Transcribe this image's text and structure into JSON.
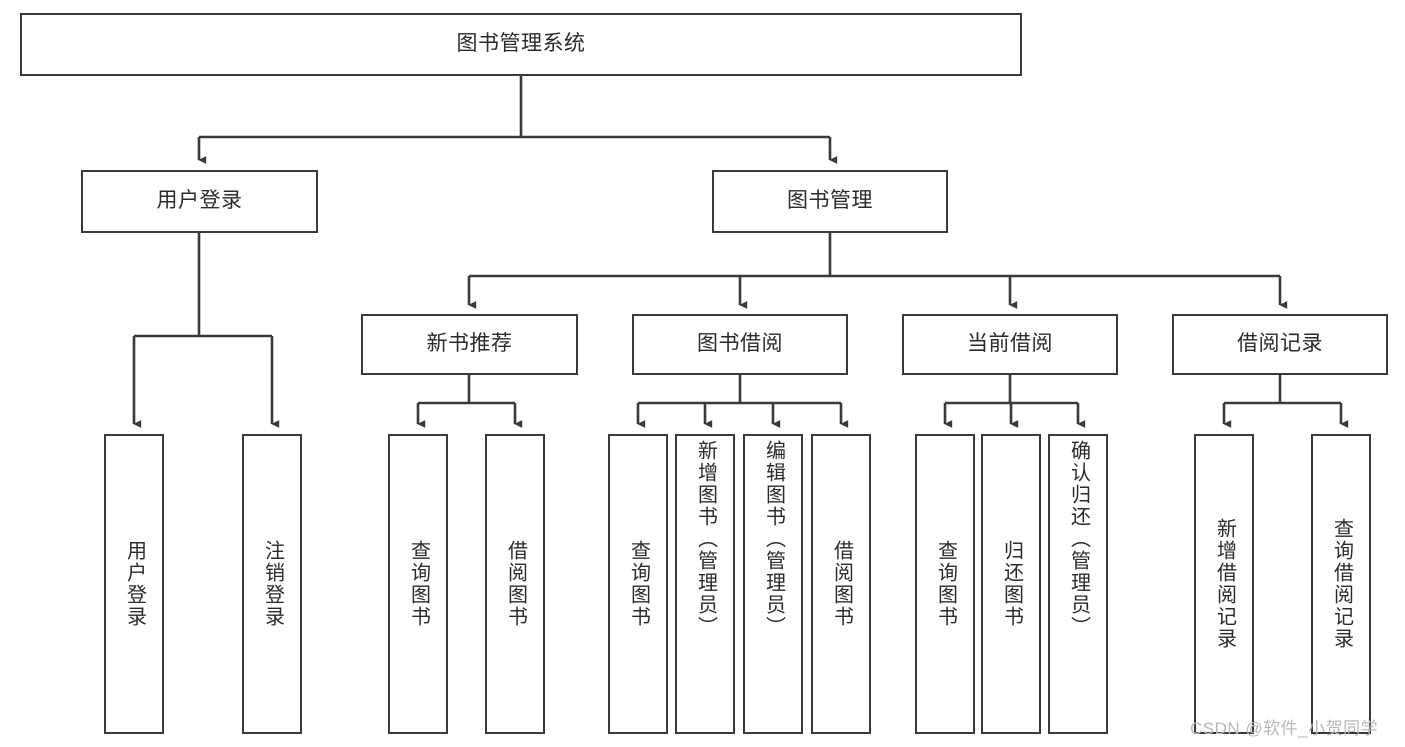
{
  "diagram": {
    "type": "tree-hierarchy",
    "title": "图书管理系统",
    "watermark": "CSDN @软件_小贺同学",
    "colors": {
      "box_border": "#3a3a3a",
      "box_fill": "#ffffff",
      "connector": "#3a3a3a",
      "text": "#2b2b2b",
      "watermark": "#b9b9b9",
      "background": "#ffffff"
    },
    "levels": [
      {
        "level": 1,
        "nodes": [
          {
            "id": "root",
            "label": "图书管理系统",
            "orientation": "horizontal"
          }
        ]
      },
      {
        "level": 2,
        "nodes": [
          {
            "id": "user-login",
            "label": "用户登录",
            "orientation": "horizontal",
            "parent": "root"
          },
          {
            "id": "book-manage",
            "label": "图书管理",
            "orientation": "horizontal",
            "parent": "root"
          }
        ]
      },
      {
        "level": 3,
        "nodes": [
          {
            "id": "new-book-rec",
            "label": "新书推荐",
            "orientation": "horizontal",
            "parent": "book-manage"
          },
          {
            "id": "book-borrow",
            "label": "图书借阅",
            "orientation": "horizontal",
            "parent": "book-manage"
          },
          {
            "id": "current-borrow",
            "label": "当前借阅",
            "orientation": "horizontal",
            "parent": "book-manage"
          },
          {
            "id": "borrow-record",
            "label": "借阅记录",
            "orientation": "horizontal",
            "parent": "book-manage"
          }
        ]
      },
      {
        "level": 4,
        "nodes": [
          {
            "id": "leaf-user-login",
            "label": "用户登录",
            "orientation": "vertical",
            "parent": "user-login"
          },
          {
            "id": "leaf-logout",
            "label": "注销登录",
            "orientation": "vertical",
            "parent": "user-login"
          },
          {
            "id": "leaf-query-book-1",
            "label": "查询图书",
            "orientation": "vertical",
            "parent": "new-book-rec"
          },
          {
            "id": "leaf-borrow-book-1",
            "label": "借阅图书",
            "orientation": "vertical",
            "parent": "new-book-rec"
          },
          {
            "id": "leaf-query-book-2",
            "label": "查询图书",
            "orientation": "vertical",
            "parent": "book-borrow"
          },
          {
            "id": "leaf-add-book",
            "label": "新增图书（管理员）",
            "orientation": "vertical",
            "parent": "book-borrow"
          },
          {
            "id": "leaf-edit-book",
            "label": "编辑图书（管理员）",
            "orientation": "vertical",
            "parent": "book-borrow"
          },
          {
            "id": "leaf-borrow-book-2",
            "label": "借阅图书",
            "orientation": "vertical",
            "parent": "book-borrow"
          },
          {
            "id": "leaf-query-book-3",
            "label": "查询图书",
            "orientation": "vertical",
            "parent": "current-borrow"
          },
          {
            "id": "leaf-return-book",
            "label": "归还图书",
            "orientation": "vertical",
            "parent": "current-borrow"
          },
          {
            "id": "leaf-confirm-return",
            "label": "确认归还（管理员）",
            "orientation": "vertical",
            "parent": "current-borrow"
          },
          {
            "id": "leaf-add-record",
            "label": "新增借阅记录",
            "orientation": "vertical",
            "parent": "borrow-record"
          },
          {
            "id": "leaf-query-record",
            "label": "查询借阅记录",
            "orientation": "vertical",
            "parent": "borrow-record"
          }
        ]
      }
    ]
  }
}
